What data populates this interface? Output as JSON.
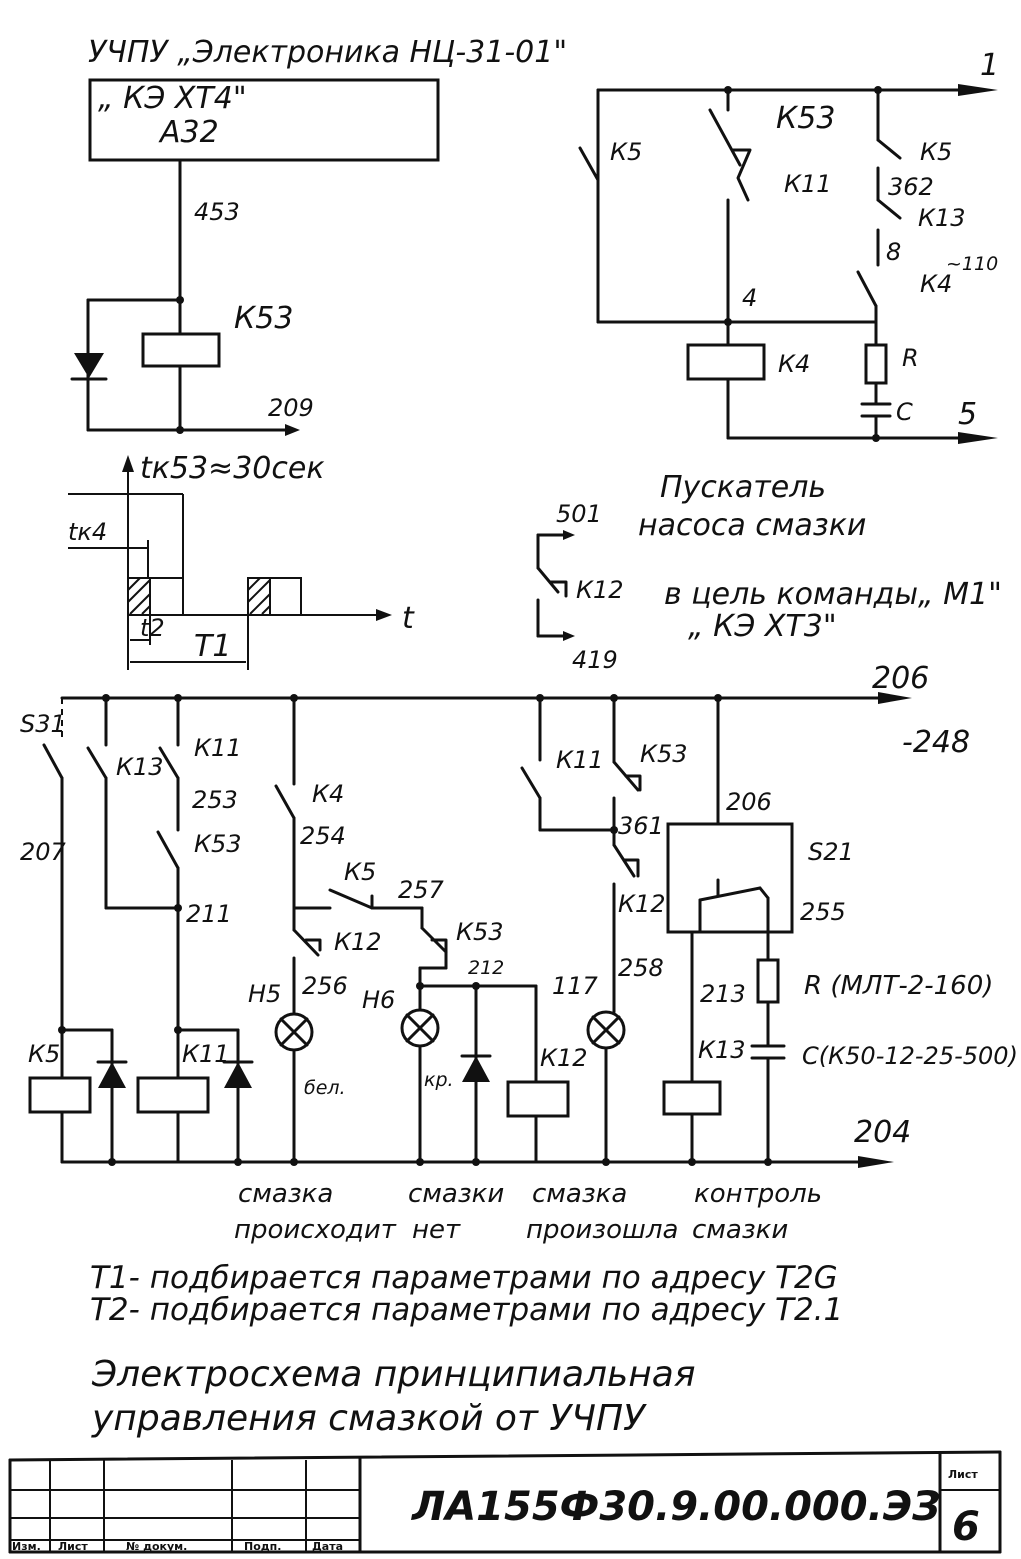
{
  "header": {
    "cnc_line": "УЧПУ „Электроника НЦ-31-01\"",
    "block_name": "„ КЭ ХТ4\"",
    "block_ref": "А32",
    "wire_453": "453",
    "relay_k53": "К53",
    "wire_209": "209"
  },
  "timing": {
    "t_k53": "tк53≈30сек",
    "t_k4": "tк4",
    "t2": "t2",
    "t1": "T1",
    "t_axis": "t"
  },
  "upper_right": {
    "node_1": "1",
    "k5_left": "К5",
    "k53": "К53",
    "k11": "К11",
    "k5_right": "К5",
    "wire_362": "362",
    "k13": "К13",
    "wire_8": "8",
    "voltage": "~110",
    "k4_contact": "К4",
    "wire_4": "4",
    "k4_coil": "К4",
    "r": "R",
    "c": "С",
    "node_5": "5"
  },
  "starter": {
    "title_line1": "Пускатель",
    "title_line2": "насоса смазки",
    "wire_501": "501",
    "k12": "К12",
    "wire_419": "419",
    "command_line1": "в цель команды„ М1\"",
    "command_line2": "„ КЭ ХТ3\""
  },
  "main": {
    "bus_206": "206",
    "bus_248": "-248",
    "s31": "S31",
    "k13": "К13",
    "k11_top": "К11",
    "wire_253": "253",
    "k53_left": "К53",
    "wire_207": "207",
    "wire_211": "211",
    "k4": "К4",
    "wire_254": "254",
    "k5_mid": "К5",
    "wire_257": "257",
    "k12_mid": "К12",
    "k53_mid": "К53",
    "wire_212": "212",
    "wire_256": "256",
    "h5": "Н5",
    "h6": "Н6",
    "bel": "бел.",
    "kr": "кр.",
    "k11_right": "К11",
    "k53_right": "К53",
    "wire_361": "361",
    "k12_right": "К12",
    "wire_117": "117",
    "wire_258": "258",
    "k12_coil": "К12",
    "wire_206_s21": "206",
    "s21": "S21",
    "wire_255": "255",
    "wire_213": "213",
    "r_mlt": "R (МЛТ-2-160)",
    "k13_coil": "К13",
    "c_k50": "С(К50-12-25-500)",
    "k5_coil": "К5",
    "k11_coil": "К11",
    "bus_204": "204"
  },
  "captions": {
    "c1_line1": "смазка",
    "c1_line2": "происходит",
    "c2_line1": "смазки",
    "c2_line2": "нет",
    "c3_line1": "смазка",
    "c3_line2": "произошла",
    "c4_line1": "контроль",
    "c4_line2": "смазки"
  },
  "notes": {
    "t1_note": "Т1- подбирается параметрами по адресу Т2G",
    "t2_note": "Т2- подбирается параметрами по адресу Т2.1"
  },
  "title": {
    "line1": "Электросхема принципиальная",
    "line2": "управления смазкой от УЧПУ"
  },
  "stamp": {
    "code": "ЛА155Ф30.9.00.000.ЭЗ",
    "sheet_label": "Лист",
    "sheet_no": "6",
    "col_izm": "Изм.",
    "col_list": "Лист",
    "col_doc": "№ докум.",
    "col_sign": "Подп.",
    "col_date": "Дата"
  }
}
